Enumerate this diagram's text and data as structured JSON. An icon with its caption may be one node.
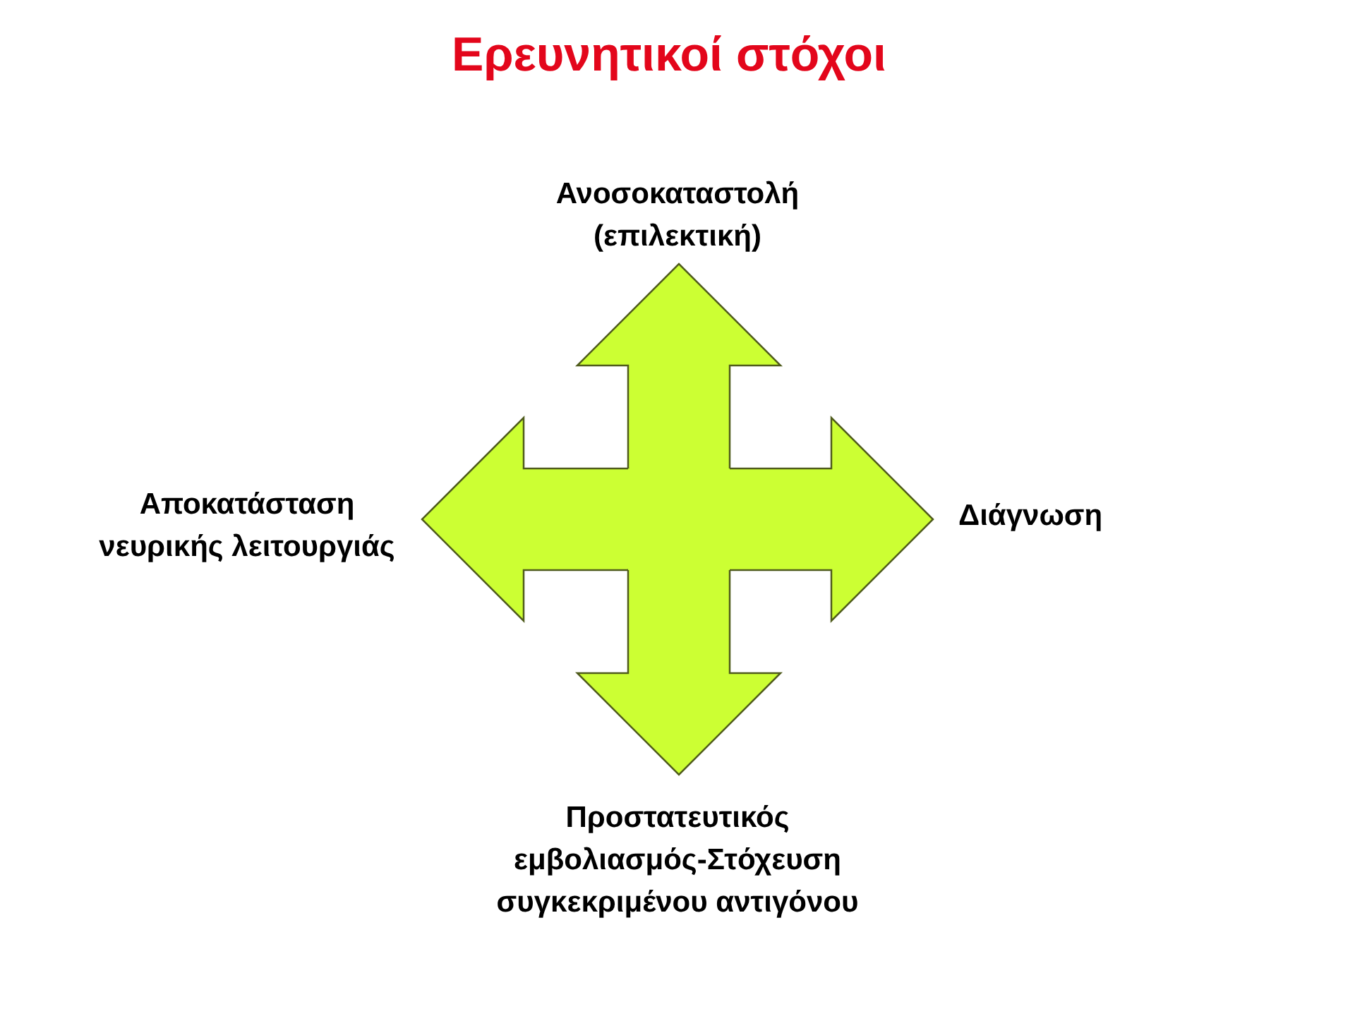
{
  "diagram": {
    "title": "Ερευνητικοί στόχοι",
    "nodes": [
      {
        "text": [
          "Ανοσοκαταστολή (επιλεκτική)"
        ]
      },
      {
        "text": [
          "Αποκατάσταση νευρικής λειτουργιάς"
        ]
      },
      {
        "text": [
          "Διάγνωση"
        ]
      },
      {
        "text": [
          "Προστατευτικός εμβολιασμός-Στόχευση συγκεκριμένου αντιγόνου"
        ]
      }
    ],
    "edges": [
      {
        "from": null,
        "to": 0,
        "arrow": "to"
      },
      {
        "from": null,
        "to": 1,
        "arrow": "to"
      },
      {
        "from": null,
        "to": 2,
        "arrow": "to"
      },
      {
        "from": null,
        "to": 3,
        "arrow": "to"
      }
    ]
  }
}
